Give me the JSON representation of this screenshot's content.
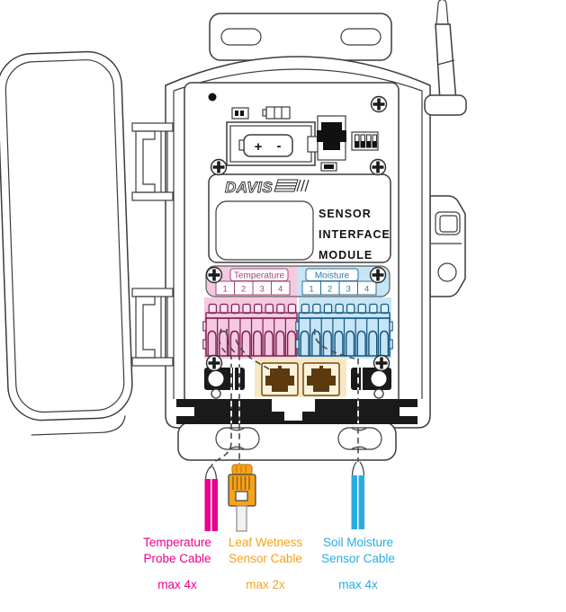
{
  "brand_logo": "DAVIS",
  "module_plate": {
    "line1": "SENSOR",
    "line2": "INTERFACE",
    "line3": "MODULE"
  },
  "battery": {
    "plus": "+",
    "minus": "-"
  },
  "terminal_groups": [
    {
      "label": "Temperature",
      "ports": [
        "1",
        "2",
        "3",
        "4"
      ],
      "band_color": "#F5C9E0",
      "button_color": "#FBE3EF",
      "line_color": "#7D1F4F",
      "text_color": "#A04878"
    },
    {
      "label": "Moisture",
      "ports": [
        "1",
        "2",
        "3",
        "4"
      ],
      "band_color": "#C6E5F7",
      "button_color": "#DDF0FB",
      "line_color": "#14567E",
      "text_color": "#2D7AA6"
    }
  ],
  "cables": [
    {
      "name": "temperature-probe-cable",
      "line1": "Temperature",
      "line2": "Probe Cable",
      "max_label": "max 4x",
      "color": "#EC008C"
    },
    {
      "name": "leaf-wetness-sensor-cable",
      "line1": "Leaf Wetness",
      "line2": "Sensor Cable",
      "max_label": "max 2x",
      "color": "#F7A21D"
    },
    {
      "name": "soil-moisture-sensor-cable",
      "line1": "Soil Moisture",
      "line2": "Sensor Cable",
      "max_label": "max 4x",
      "color": "#29ABE2"
    }
  ],
  "colors": {
    "line": "#3C3C3C",
    "black_fill": "#1A1A1A",
    "tan_bg": "#F7E8C5",
    "tan_line": "#6F4A15",
    "rj_hole": "#5C3A0E",
    "plug_orange": "#F9A825"
  }
}
